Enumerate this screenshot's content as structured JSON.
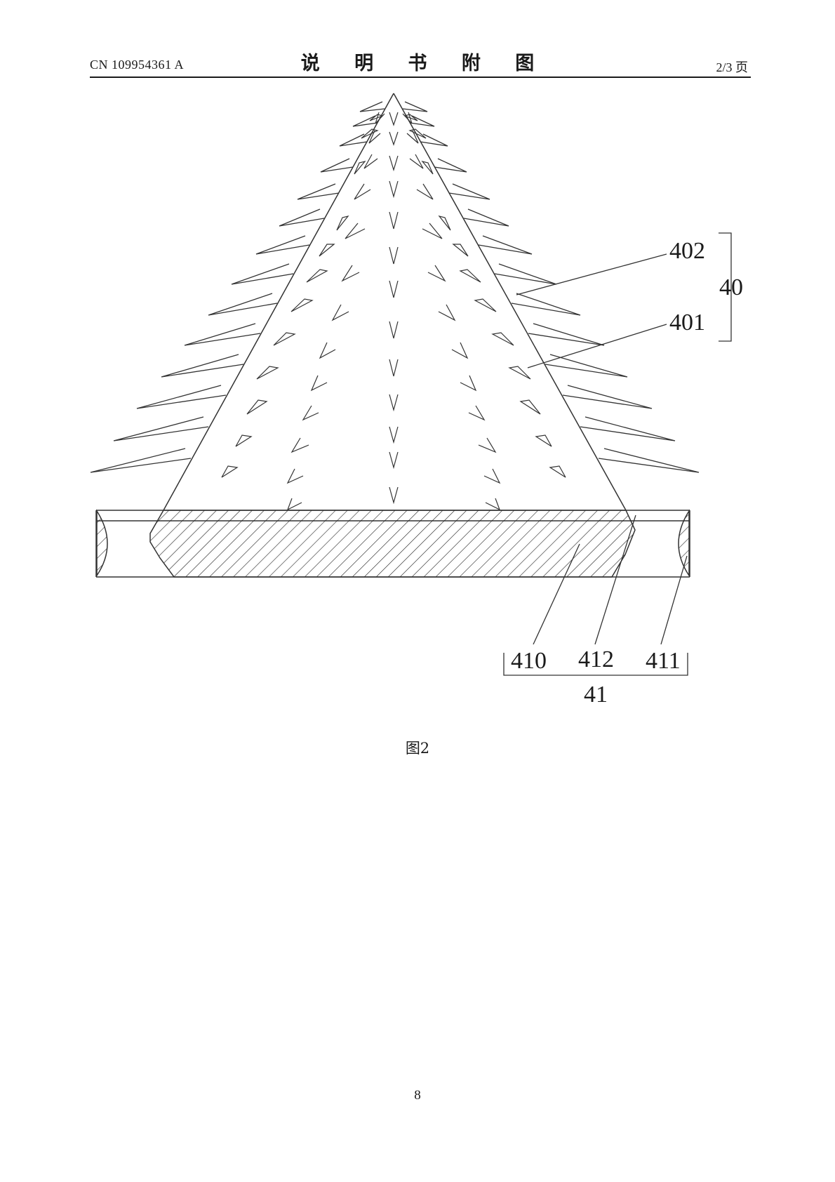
{
  "header": {
    "publication_number": "CN 109954361 A",
    "section_title": "说 明 书 附 图",
    "page_count": "2/3 页"
  },
  "figure": {
    "caption": "图2",
    "labels": {
      "l402": "402",
      "l40": "40",
      "l401": "401",
      "l410": "410",
      "l412": "412",
      "l411": "411",
      "l41": "41"
    }
  },
  "footer": {
    "page_number": "8"
  }
}
